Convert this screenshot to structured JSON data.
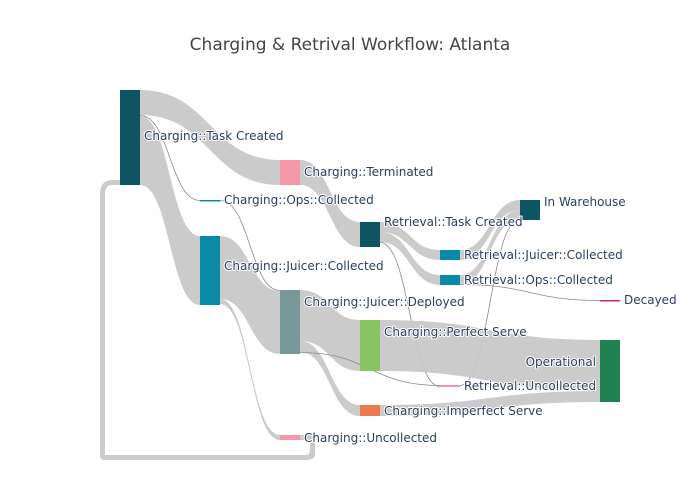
{
  "chart_data": {
    "type": "sankey",
    "title": "Charging & Retrival Workflow: Atlanta",
    "link_color": "#c8c8c8",
    "nodes": [
      {
        "id": "ct",
        "label": "Charging::Task Created",
        "color": "#0e5462"
      },
      {
        "id": "oc",
        "label": "Charging::Ops::Collected",
        "color": "#0a8aa6"
      },
      {
        "id": "jc",
        "label": "Charging::Juicer::Collected",
        "color": "#0a8aa6"
      },
      {
        "id": "te",
        "label": "Charging::Terminated",
        "color": "#f497a8"
      },
      {
        "id": "jd",
        "label": "Charging::Juicer::Deployed",
        "color": "#78989a"
      },
      {
        "id": "cu",
        "label": "Charging::Uncollected",
        "color": "#f497a8"
      },
      {
        "id": "rt",
        "label": "Retrieval::Task Created",
        "color": "#0e5462"
      },
      {
        "id": "ps",
        "label": "Charging::Perfect Serve",
        "color": "#88c464"
      },
      {
        "id": "is",
        "label": "Charging::Imperfect Serve",
        "color": "#eb7a4a"
      },
      {
        "id": "rj",
        "label": "Retrieval::Juicer::Collected",
        "color": "#0a8aa6"
      },
      {
        "id": "ro",
        "label": "Retrieval::Ops::Collected",
        "color": "#0a8aa6"
      },
      {
        "id": "ru",
        "label": "Retrieval::Uncollected",
        "color": "#f497a8"
      },
      {
        "id": "iw",
        "label": "In Warehouse",
        "color": "#0e5462"
      },
      {
        "id": "de",
        "label": "Decayed",
        "color": "#d6264f"
      },
      {
        "id": "op",
        "label": "Operational",
        "color": "#218050"
      }
    ],
    "links": [
      {
        "source": "ct",
        "target": "te",
        "value": 25
      },
      {
        "source": "ct",
        "target": "oc",
        "value": 1
      },
      {
        "source": "ct",
        "target": "jc",
        "value": 69
      },
      {
        "source": "oc",
        "target": "jd",
        "value": 1
      },
      {
        "source": "jc",
        "target": "jd",
        "value": 63
      },
      {
        "source": "jc",
        "target": "cu",
        "value": 5
      },
      {
        "source": "te",
        "target": "rt",
        "value": 25
      },
      {
        "source": "jd",
        "target": "ps",
        "value": 51
      },
      {
        "source": "jd",
        "target": "is",
        "value": 11
      },
      {
        "source": "jd",
        "target": "ru",
        "value": 1
      },
      {
        "source": "cu",
        "target": "ct",
        "value": 5
      },
      {
        "source": "rt",
        "target": "rj",
        "value": 10
      },
      {
        "source": "rt",
        "target": "ro",
        "value": 10
      },
      {
        "source": "rt",
        "target": "ru",
        "value": 1
      },
      {
        "source": "rj",
        "target": "iw",
        "value": 10
      },
      {
        "source": "ro",
        "target": "iw",
        "value": 9
      },
      {
        "source": "ro",
        "target": "de",
        "value": 1
      },
      {
        "source": "ru",
        "target": "iw",
        "value": 1
      },
      {
        "source": "ps",
        "target": "op",
        "value": 51
      },
      {
        "source": "is",
        "target": "op",
        "value": 11
      }
    ]
  }
}
